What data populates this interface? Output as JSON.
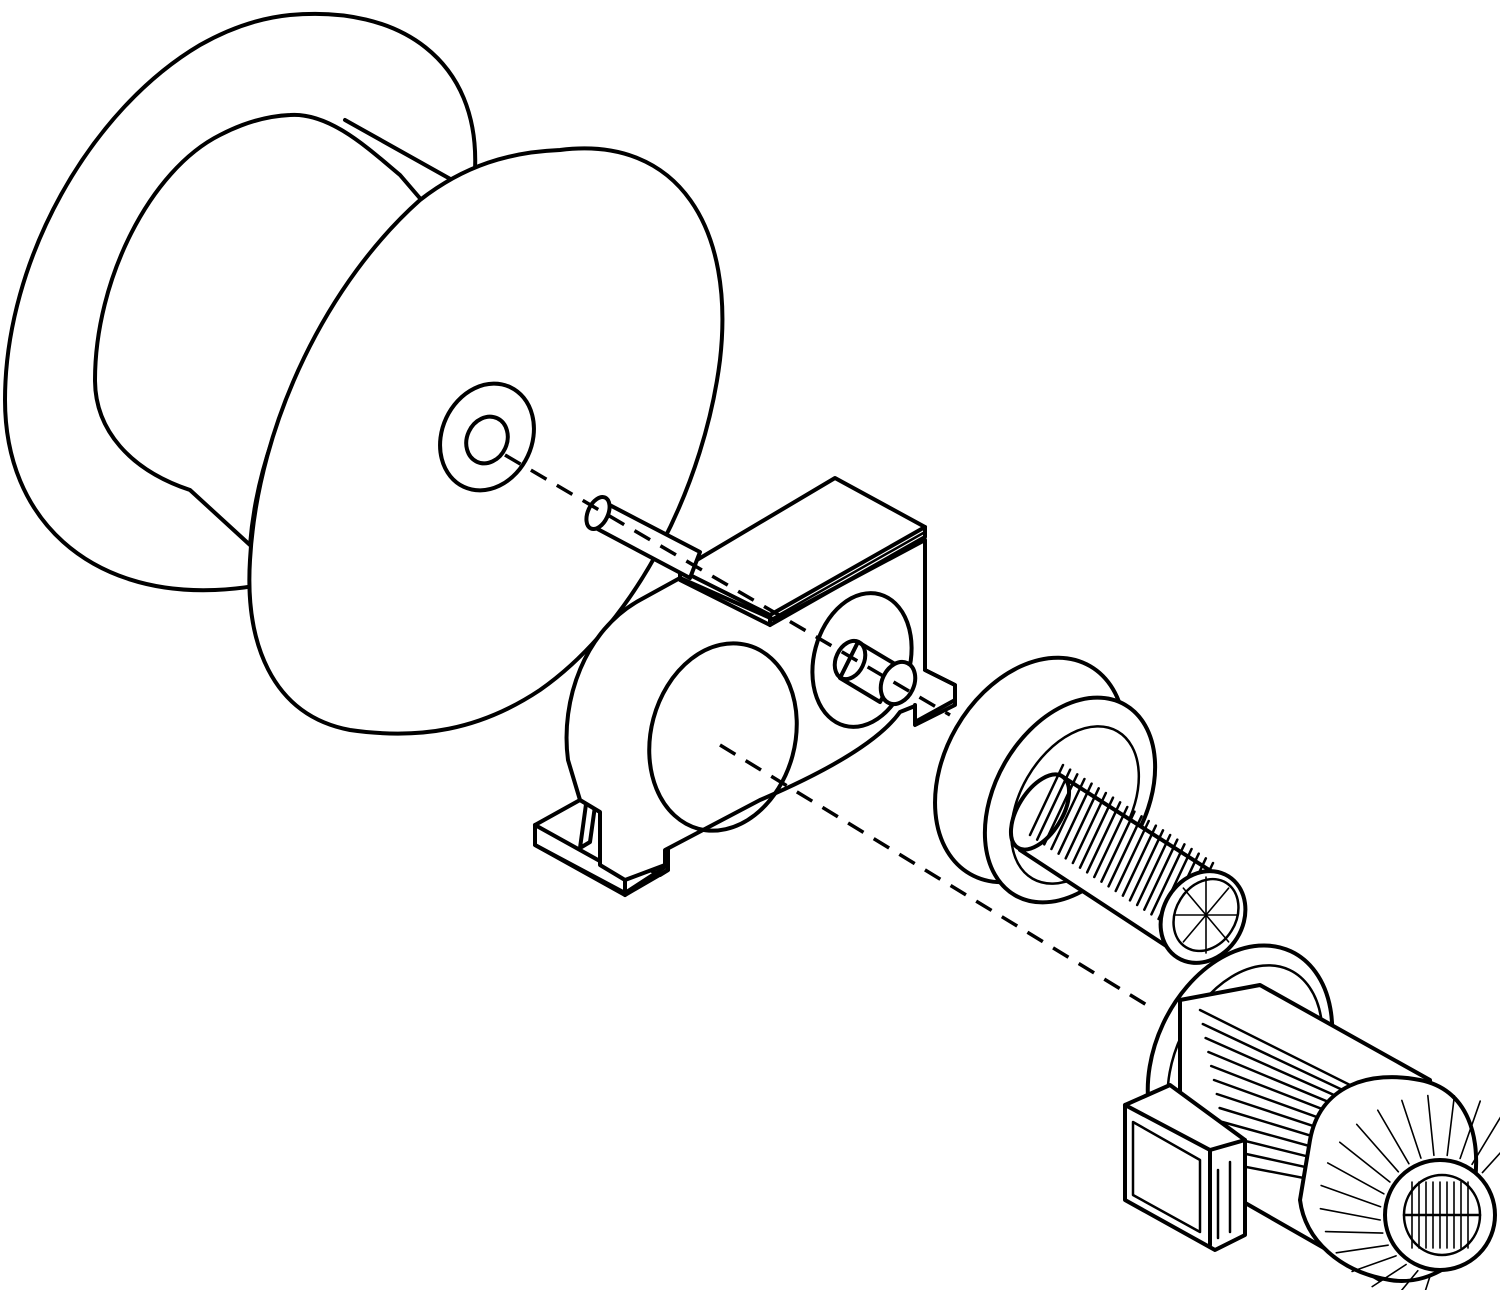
{
  "figure": {
    "line_color": "#000000",
    "background_color": "#ffffff",
    "components": [
      {
        "id": "drum",
        "icon": "cable-reel-drum-icon"
      },
      {
        "id": "gearbox",
        "icon": "gearbox-housing-icon"
      },
      {
        "id": "coupling",
        "icon": "coupling-adapter-icon"
      },
      {
        "id": "motor",
        "icon": "electric-motor-icon"
      }
    ],
    "connections": [
      {
        "from": "drum",
        "to": "gearbox",
        "style": "dashed"
      },
      {
        "from": "gearbox",
        "to": "coupling",
        "style": "dashed"
      },
      {
        "from": "gearbox",
        "to": "motor",
        "style": "dashed"
      }
    ]
  }
}
